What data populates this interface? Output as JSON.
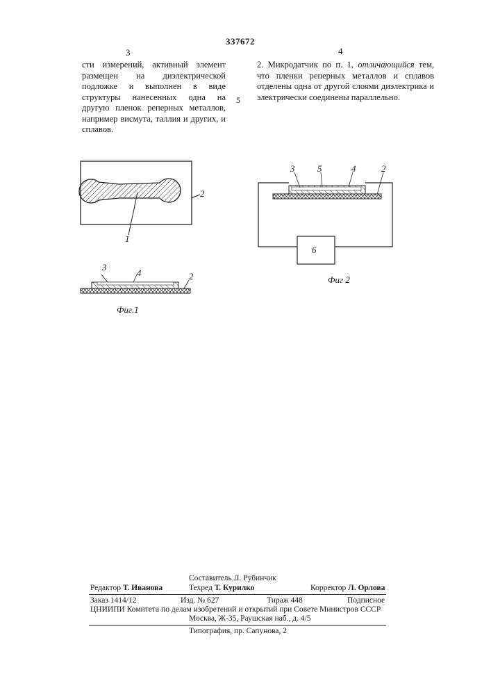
{
  "header": {
    "patent_number": "337672",
    "left_column_number": "3",
    "right_column_number": "4",
    "line_marker": "5"
  },
  "left_column": {
    "text": "сти измерений, активный элемент размещен на диэлектрической подложке и выполнен в виде структуры нанесенных одна на другую пленок реперных металлов, например висмута, таллия и других, и сплавов."
  },
  "right_column": {
    "claim_start": "2. Микродатчик по п. 1,",
    "claim_emphasis": "отличающийся",
    "claim_rest": "тем, что пленки реперных металлов и сплавов отделены одна от другой слоями диэлектрика и электрически соединены параллельно."
  },
  "figures": {
    "fig1_top": {
      "label_1": "1",
      "label_2": "2"
    },
    "fig1_bottom": {
      "label_3": "3",
      "label_4": "4",
      "label_2": "2",
      "caption": "Фиг.1"
    },
    "fig2": {
      "label_3": "3",
      "label_5": "5",
      "label_4": "4",
      "label_2": "2",
      "label_6": "6",
      "caption": "Фиг 2"
    }
  },
  "footer": {
    "compiler": "Составитель Л. Рубинчик",
    "editor_label": "Редактор",
    "editor_name": "Т. Иванова",
    "techred_label": "Техред",
    "techred_name": "Т. Курилко",
    "corrector_label": "Корректор",
    "corrector_name": "Л. Орлова",
    "order": "Заказ 1414/12",
    "issue": "Изд. № 627",
    "circulation": "Тираж 448",
    "subscription": "Подписное",
    "org_line": "ЦНИИПИ Комитета по делам изобретений и открытий при Совете Министров СССР",
    "address": "Москва, Ж-35, Раушская наб., д. 4/5",
    "printing": "Типография, пр. Сапунова, 2"
  }
}
